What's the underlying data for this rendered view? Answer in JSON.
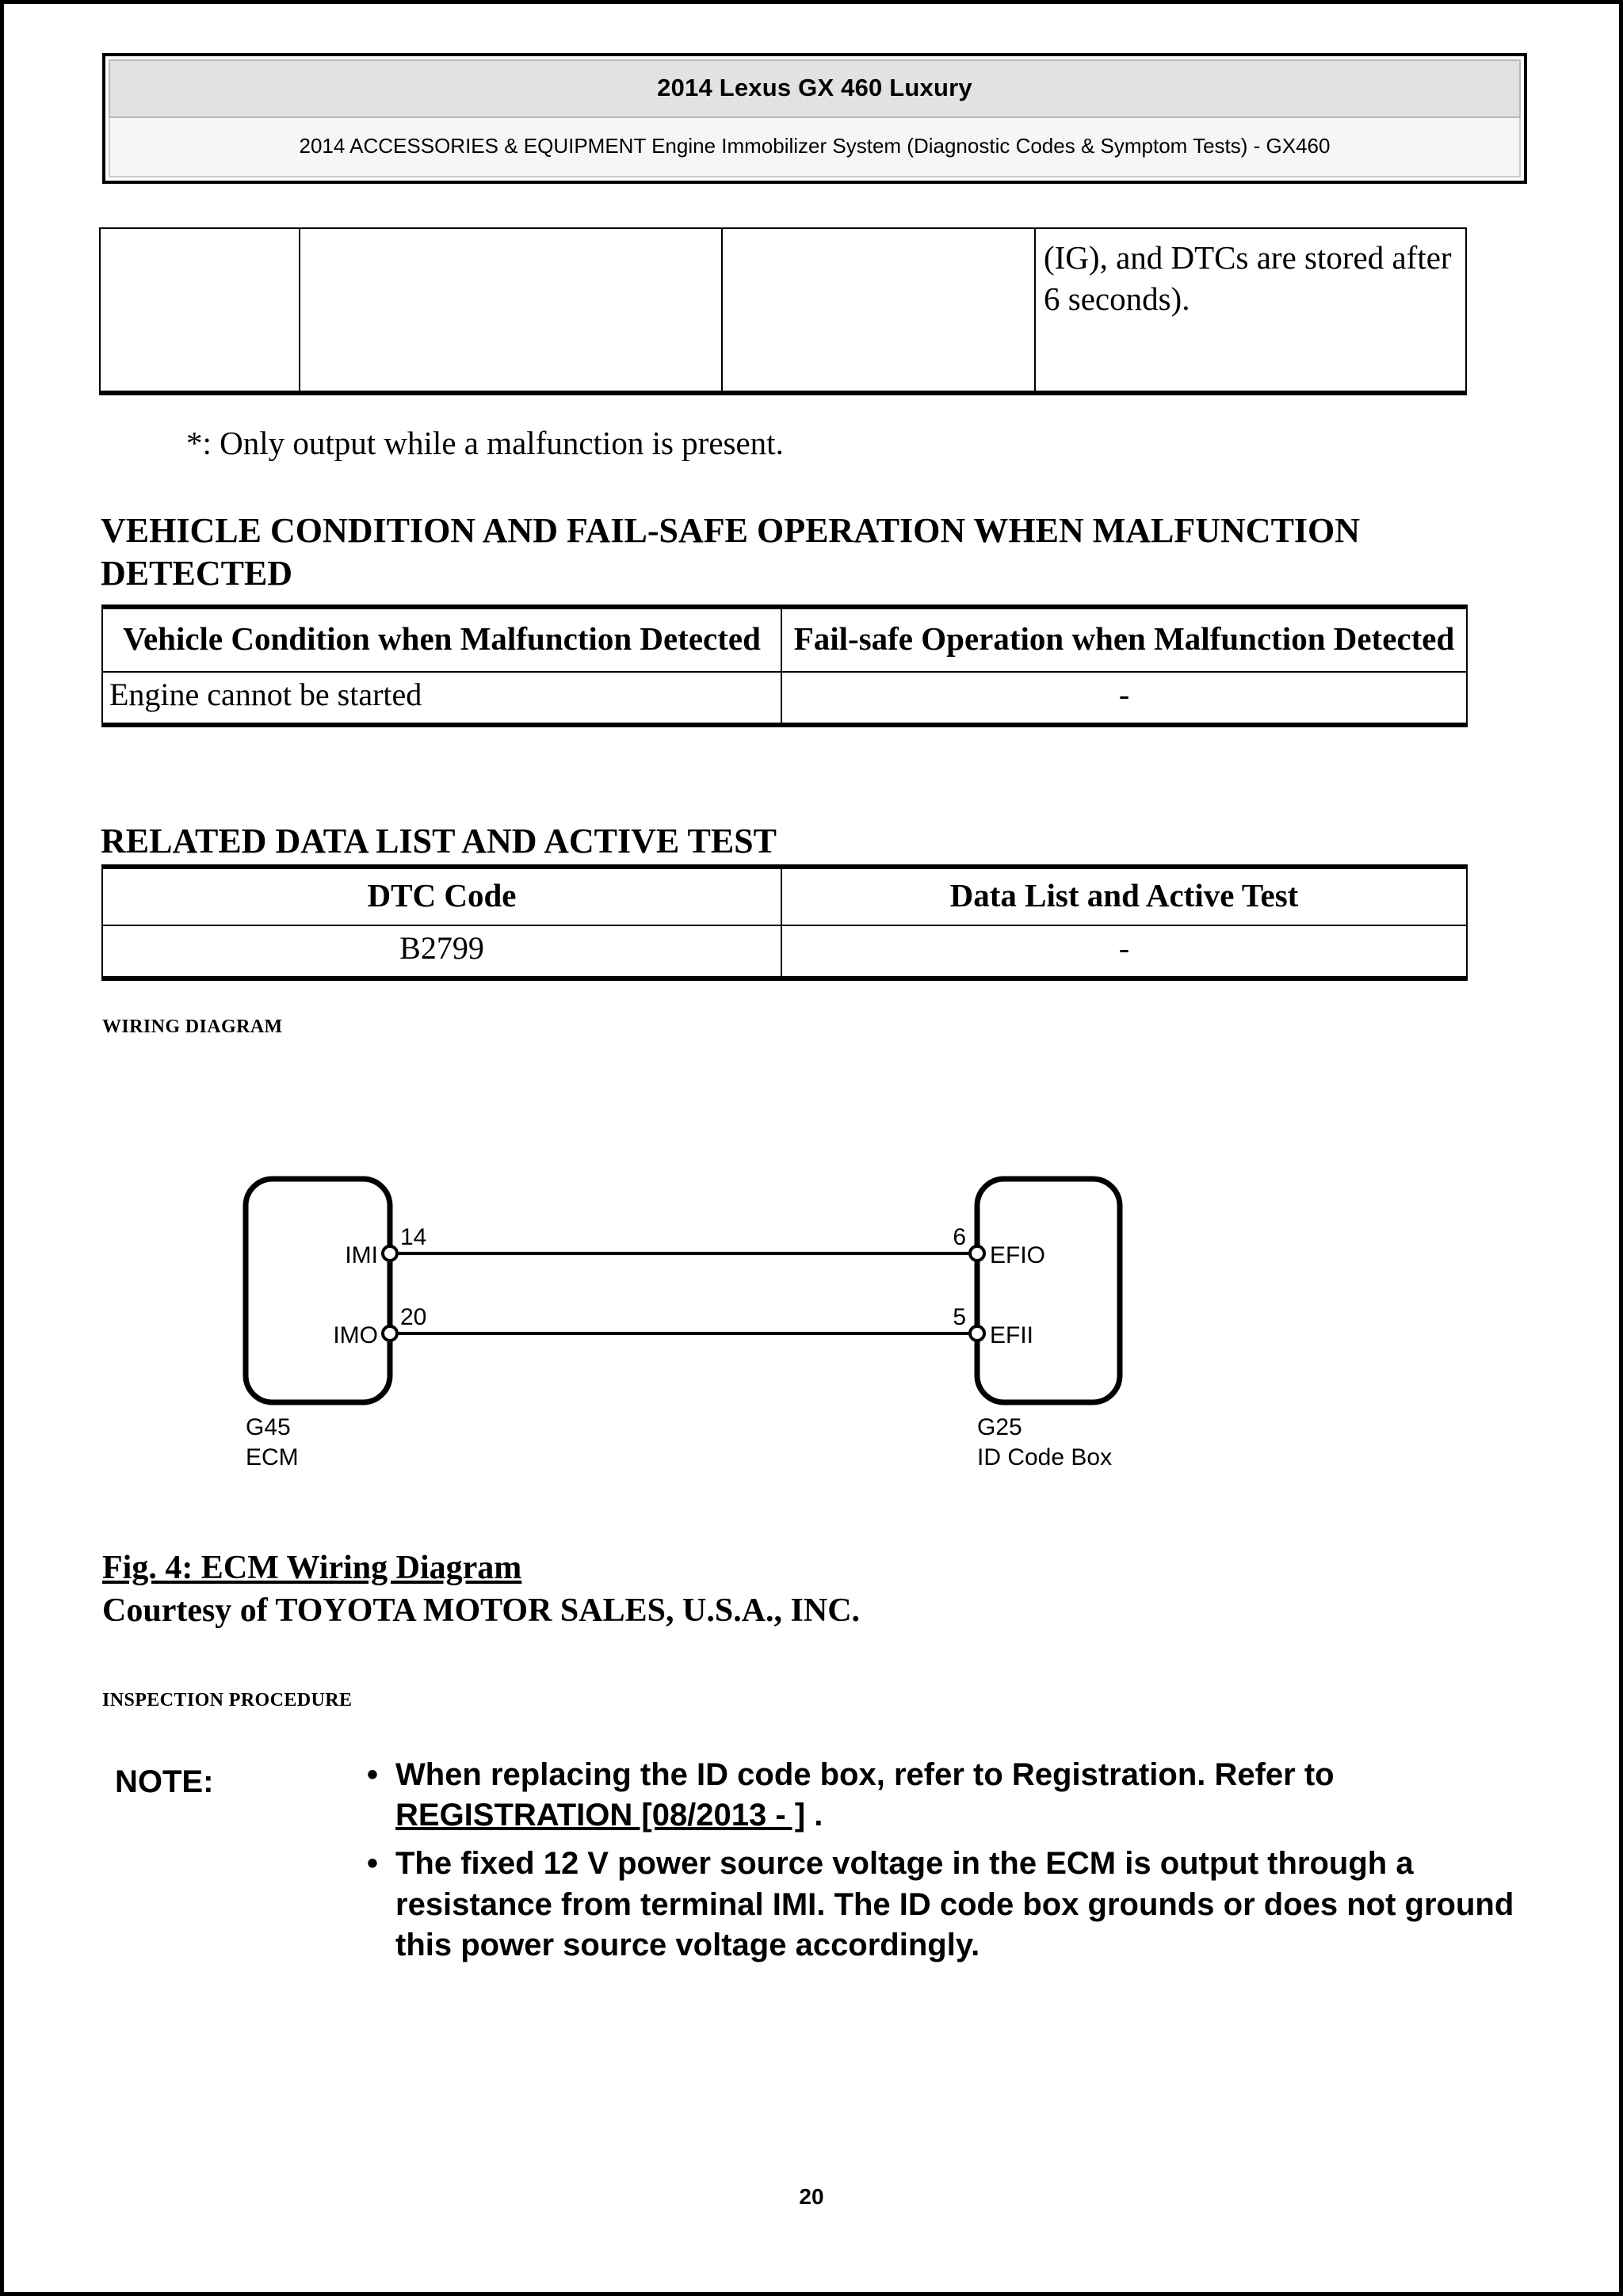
{
  "header": {
    "title": "2014 Lexus GX 460 Luxury",
    "subtitle": "2014 ACCESSORIES & EQUIPMENT Engine Immobilizer System (Diagnostic Codes & Symptom Tests) - GX460"
  },
  "fragment_table": {
    "columns": [
      "",
      "",
      "",
      ""
    ],
    "rows": [
      [
        "",
        "",
        "",
        "(IG), and DTCs are stored after 6 seconds)."
      ]
    ]
  },
  "footnote": "*: Only output while a malfunction is present.",
  "section_vehicle_condition": {
    "heading": "VEHICLE CONDITION AND FAIL-SAFE OPERATION WHEN MALFUNCTION DETECTED",
    "columns": [
      "Vehicle Condition when Malfunction Detected",
      "Fail-safe Operation when Malfunction Detected"
    ],
    "rows": [
      [
        "Engine cannot be started",
        "-"
      ]
    ]
  },
  "section_related_data": {
    "heading": "RELATED DATA LIST AND ACTIVE TEST",
    "columns": [
      "DTC Code",
      "Data List and Active Test"
    ],
    "rows": [
      [
        "B2799",
        "-"
      ]
    ]
  },
  "section_wiring": {
    "heading": "WIRING DIAGRAM",
    "diagram": {
      "left_box": {
        "connector": "G45",
        "name": "ECM",
        "pins": [
          {
            "label": "IMI",
            "number": "14"
          },
          {
            "label": "IMO",
            "number": "20"
          }
        ]
      },
      "right_box": {
        "connector": "G25",
        "name": "ID Code Box",
        "pins": [
          {
            "label": "EFIO",
            "number": "6"
          },
          {
            "label": "EFII",
            "number": "5"
          }
        ]
      },
      "wires": [
        {
          "from": "IMI",
          "to": "EFIO"
        },
        {
          "from": "IMO",
          "to": "EFII"
        }
      ]
    },
    "caption_title": "Fig. 4: ECM Wiring Diagram",
    "caption_courtesy": "Courtesy of TOYOTA MOTOR SALES, U.S.A., INC."
  },
  "section_inspection": {
    "heading": "INSPECTION PROCEDURE",
    "note_label": "NOTE:",
    "notes": [
      {
        "text_before": "When replacing the ID code box, refer to Registration. Refer to ",
        "link": "REGISTRATION [08/2013 - ]",
        "text_after": " ."
      },
      {
        "text_before": "The fixed 12 V power source voltage in the ECM is output through a resistance from terminal IMI. The ID code box grounds or does not ground this power source voltage accordingly.",
        "link": "",
        "text_after": ""
      }
    ]
  },
  "footer": {
    "page_number": "20"
  }
}
